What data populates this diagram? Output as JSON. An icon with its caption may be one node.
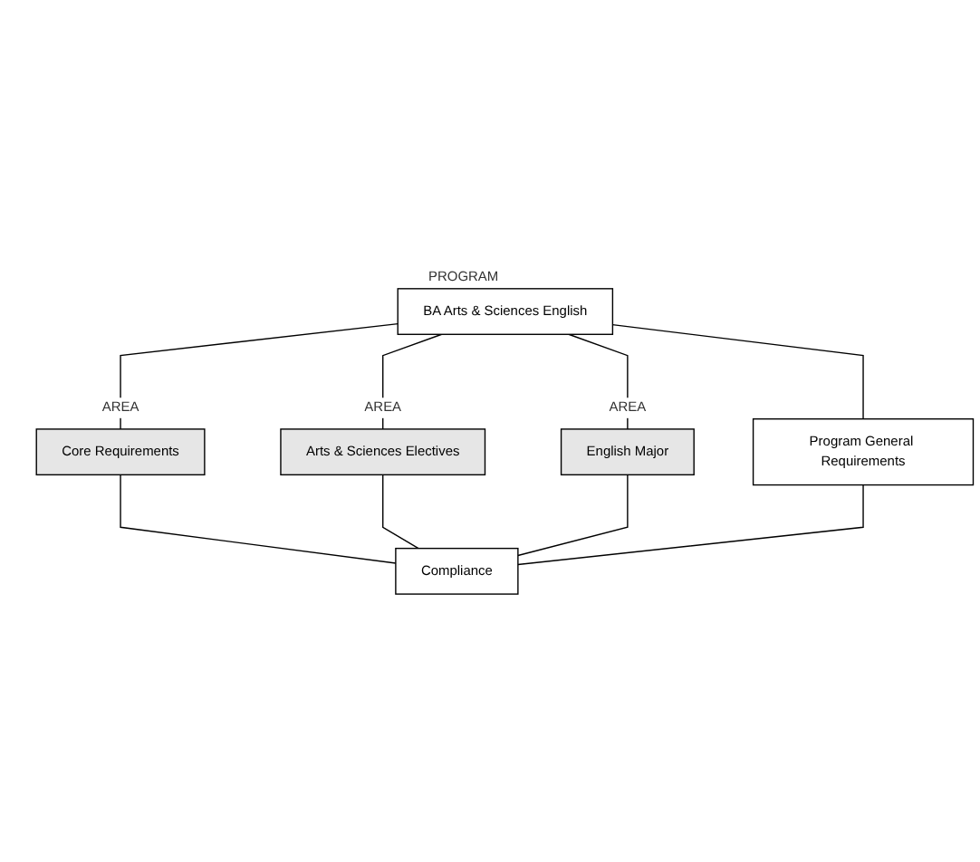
{
  "diagram": {
    "nodes": [
      {
        "text": [
          "BA Arts & Sciences English"
        ],
        "beside": [
          "PROGRAM"
        ]
      },
      {
        "text": [
          "Program General Requirements"
        ]
      },
      {
        "text": [
          "Core Requirements"
        ],
        "beside": [
          "AREA"
        ]
      },
      {
        "text": [
          "Arts & Sciences Electives"
        ],
        "beside": [
          "AREA"
        ]
      },
      {
        "text": [
          "English Major"
        ],
        "beside": [
          "AREA"
        ]
      },
      {
        "text": [
          "Compliance"
        ]
      }
    ],
    "edges": [
      {
        "from": 0,
        "to": 1,
        "arrow": "none"
      },
      {
        "from": 0,
        "to": 2,
        "arrow": "none"
      },
      {
        "from": 0,
        "to": 3,
        "arrow": "none"
      },
      {
        "from": 0,
        "to": 4,
        "arrow": "none"
      },
      {
        "from": 2,
        "to": 5,
        "arrow": "none"
      },
      {
        "from": 3,
        "to": 5,
        "arrow": "none"
      },
      {
        "from": 4,
        "to": 5,
        "arrow": "none"
      },
      {
        "from": 1,
        "to": 5,
        "arrow": "none"
      }
    ]
  }
}
